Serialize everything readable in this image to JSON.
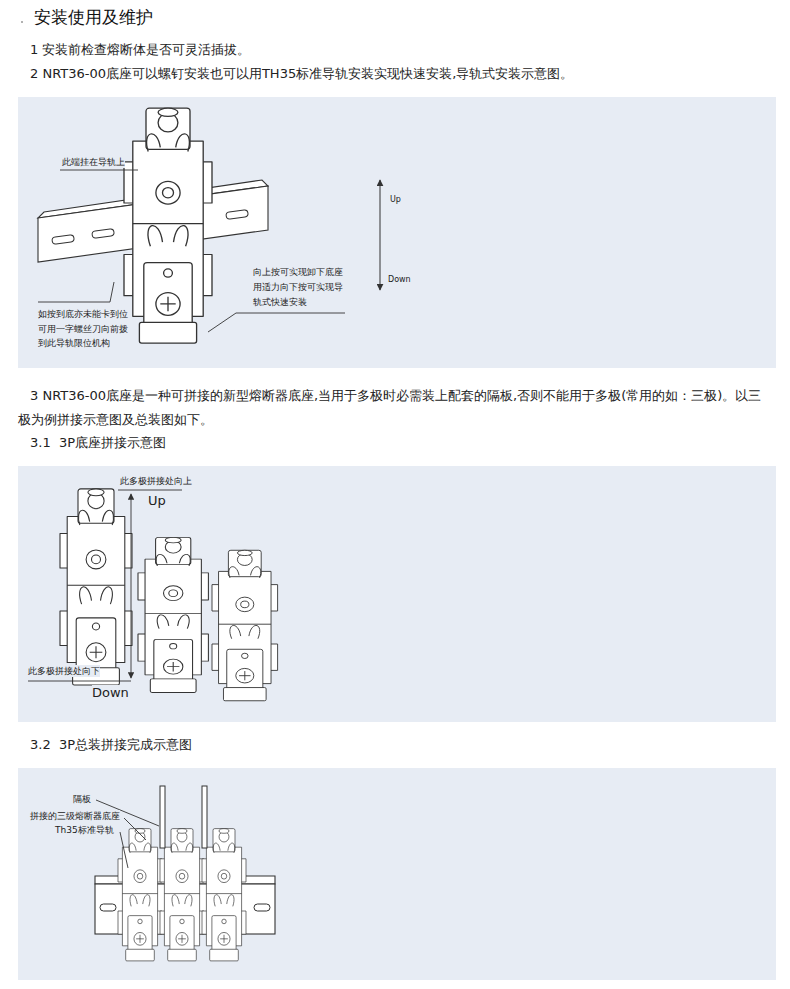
{
  "diagram": {
    "title": "安装使用及维护",
    "labels": [
      "1 安装前检查熔断体是否可灵活插拔。",
      "2 NRT36-00底座可以螺钉安装也可以用TH35标准导轨安装实现快速安装,导轨式安装示意图。",
      "此端挂在导轨上",
      "如按到底亦未能卡到位 可用一字螺丝刀向前拨 到此导轨限位机构",
      "Up",
      "Down",
      "向上按可实现卸下底座 用适力向下按可实现导 轨式快速安装",
      "3 NRT36-00底座是一种可拼接的新型熔断器底座,当用于多极时必需装上配套的隔板,否则不能用于多极(常用的如：三极)。以三极为例拼接示意图及总装图如下。",
      "3.1  3P底座拼接示意图",
      "此多极拼接处向上",
      "Up",
      "此多极拼接处向下",
      "Down",
      "3.2  3P总装拼接完成示意图",
      "隔板",
      "拼接的三级熔断器底座",
      "Th35标准导轨"
    ]
  }
}
